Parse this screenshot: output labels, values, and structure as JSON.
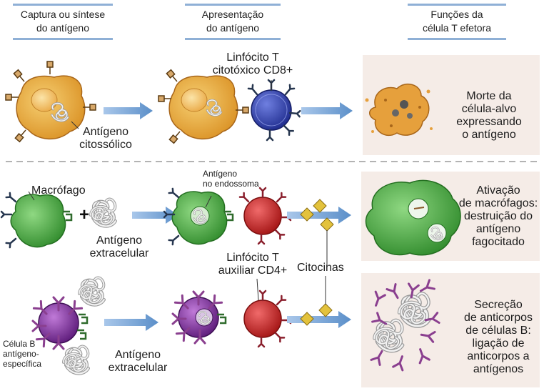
{
  "headers": {
    "col1": [
      "Captura ou síntese",
      "do antígeno"
    ],
    "col2": [
      "Apresentação",
      "do antígeno"
    ],
    "col3": [
      "Funções da",
      "célula T efetora"
    ]
  },
  "row1": {
    "antigen_label": [
      "Antígeno",
      "citossólico"
    ],
    "t_cell_label": [
      "Linfócito T",
      "citotóxico CD8+"
    ],
    "outcome": [
      "Morte da",
      "célula-alvo",
      "expressando",
      "o antígeno"
    ]
  },
  "row2": {
    "macrophage_label": "Macrófago",
    "plus": "+",
    "antigen_label": [
      "Antígeno",
      "extracelular"
    ],
    "endosome_label": [
      "Antígeno",
      "no endossoma"
    ],
    "outcome": [
      "Ativação",
      "de macrófagos:",
      "destruição do",
      "antígeno",
      "fagocitado"
    ]
  },
  "shared": {
    "helper_label": [
      "Linfócito T",
      "auxiliar CD4+"
    ],
    "cytokines_label": "Citocinas"
  },
  "row3": {
    "b_cell_label": [
      "Célula B",
      "antígeno-",
      "específica"
    ],
    "antigen_label": [
      "Antígeno",
      "extracelular"
    ],
    "outcome": [
      "Secreção",
      "de anticorpos",
      "de células B:",
      "ligação de",
      "anticorpos a",
      "antígenos"
    ]
  },
  "colors": {
    "header_bar": "#8fb0d6",
    "panel_bg": "#f5ece7",
    "arrow": "#6e9fd3",
    "target_cell": "#e8a43c",
    "cd8_cell": "#3a47b5",
    "macrophage": "#52b04a",
    "cd4_cell": "#d62828",
    "b_cell": "#8a33a8",
    "cytokine": "#e3c23c",
    "receptor_dark": "#26364f",
    "receptor_purple": "#8a3f8f"
  }
}
